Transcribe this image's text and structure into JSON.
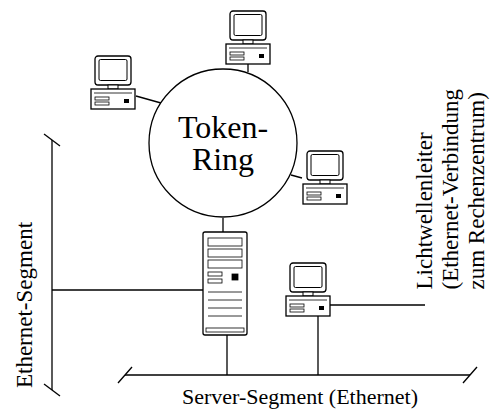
{
  "diagram": {
    "nodes": [
      {
        "text": [
          "Token- Ring"
        ]
      }
    ],
    "labels": [
      "Ethernet-Segment",
      "Server-Segment (Ethernet)",
      "Lichtwellenleiter (Ethernet-Verbindung zum Rechenzentrum)"
    ]
  }
}
